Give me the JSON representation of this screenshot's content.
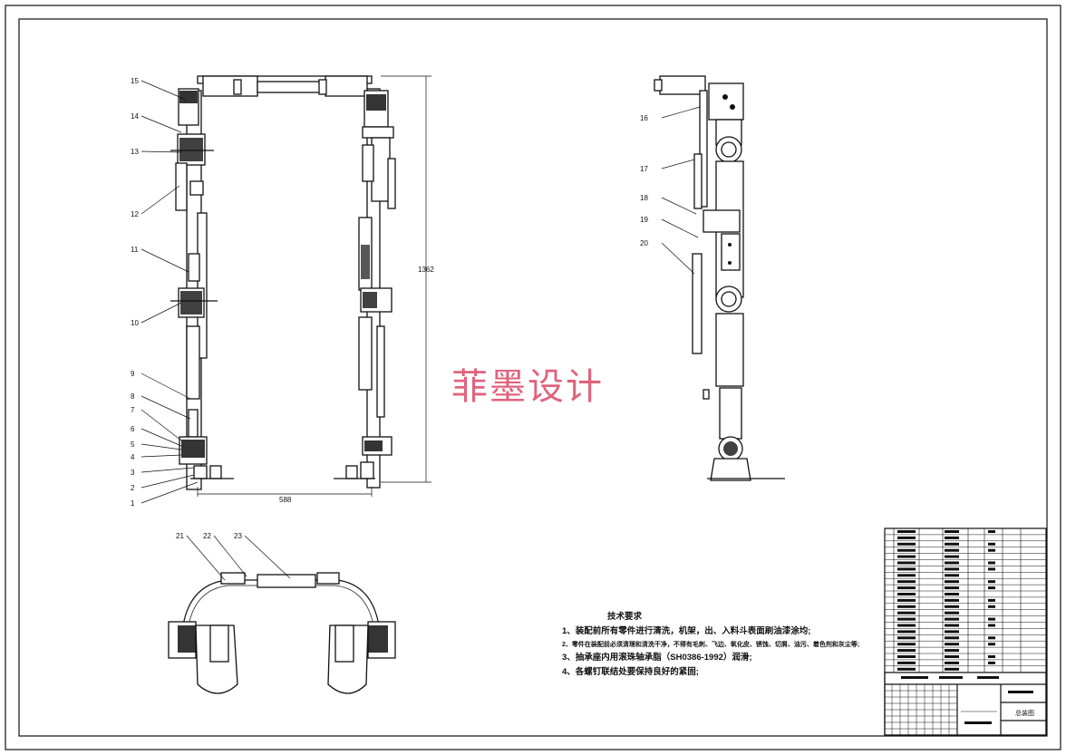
{
  "drawing": {
    "watermark": "菲墨设计",
    "front_view_labels": [
      "15",
      "14",
      "13",
      "12",
      "11",
      "10",
      "9",
      "8",
      "7",
      "6",
      "5",
      "4",
      "3",
      "2",
      "1"
    ],
    "side_view_labels": [
      "16",
      "17",
      "18",
      "19",
      "20"
    ],
    "top_view_labels": [
      "21",
      "22",
      "23"
    ],
    "dimensions": {
      "height": "1362",
      "width": "588"
    }
  },
  "notes": {
    "title": "技术要求",
    "items": [
      "1、装配前所有零件进行清洗，机架，出、入料斗表面刷油漆涂均;",
      "2、零件在装配前必须清理和清洗干净，不得有毛刺、飞边、氧化皮、锈蚀、切屑、油污、着色剂和灰尘等;",
      "3、抽承座内用滚珠轴承脂（SH0386-1992）润滑;",
      "4、各螺钉联结处要保持良好的紧固;"
    ]
  },
  "title_block": {
    "drawing_name": "总装图"
  }
}
